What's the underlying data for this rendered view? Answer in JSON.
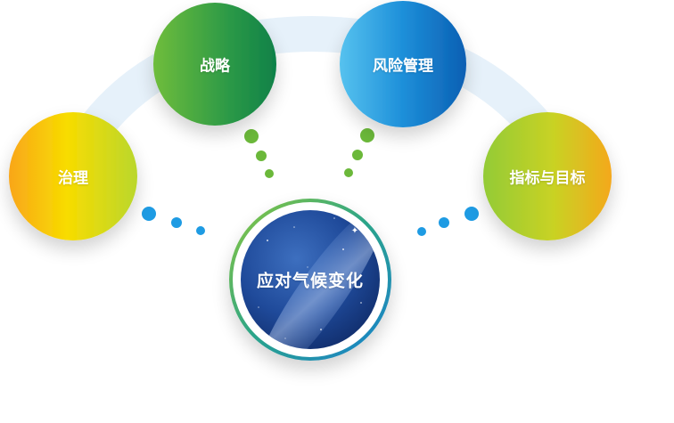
{
  "diagram": {
    "center": {
      "label": "应对气候变化"
    },
    "nodes": [
      {
        "label": "治理"
      },
      {
        "label": "战略"
      },
      {
        "label": "风险管理"
      },
      {
        "label": "指标与目标"
      }
    ]
  },
  "colors": {
    "green": "#2f9a45",
    "blue": "#1a86d6",
    "yellow": "#f5d000",
    "orange": "#f4a81c",
    "lime": "#a8cf2a",
    "arc": "#e4f1fa",
    "night_sky": "#1e3c86"
  }
}
